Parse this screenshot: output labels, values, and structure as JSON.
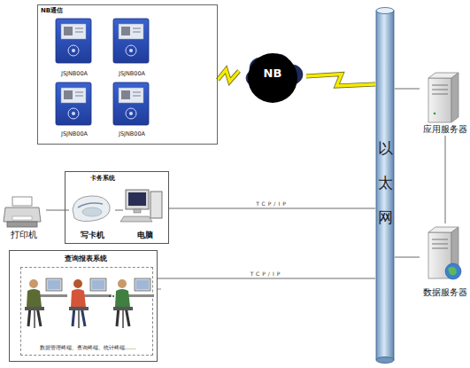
{
  "diagram": {
    "nodes": [
      {
        "text": [
          "NB通信"
        ]
      },
      {
        "text": [
          "JSJNB00A"
        ],
        "in": 0
      },
      {
        "text": [
          "JSJNB00A"
        ],
        "in": 0
      },
      {
        "text": [
          "JSJNB00A"
        ],
        "in": 0
      },
      {
        "text": [
          "JSJNB00A"
        ],
        "in": 0
      },
      {
        "text": [
          "NB"
        ]
      },
      {
        "text": [
          "以 太 网"
        ]
      },
      {
        "text": [
          "应用服务器"
        ]
      },
      {
        "text": [
          "卡务系统"
        ]
      },
      {
        "text": [
          "写卡机"
        ],
        "in": 8
      },
      {
        "text": [
          "电脑"
        ],
        "in": 8
      },
      {
        "text": [
          "打印机"
        ]
      },
      {
        "text": [
          "数据服务器"
        ]
      },
      {
        "text": [
          "查询报表系统"
        ]
      },
      {
        "text": [
          "数据管理终端、查询终端、统计终端……"
        ],
        "in": 13
      }
    ],
    "edges": [
      {
        "from": 0,
        "to": 5,
        "arrow": "none"
      },
      {
        "from": 5,
        "to": 6,
        "arrow": "none"
      },
      {
        "from": 11,
        "to": 9,
        "arrow": "none"
      },
      {
        "from": 9,
        "to": 10,
        "arrow": "none"
      },
      {
        "from": 8,
        "to": 6,
        "label": "TCP/IP",
        "arrow": "none"
      },
      {
        "from": 13,
        "to": 6,
        "label": "TCP/IP",
        "arrow": "none"
      },
      {
        "from": 6,
        "to": 7,
        "arrow": "none"
      },
      {
        "from": 6,
        "to": 12,
        "arrow": "none"
      },
      {
        "from": 7,
        "to": 12,
        "arrow": "none"
      }
    ]
  }
}
